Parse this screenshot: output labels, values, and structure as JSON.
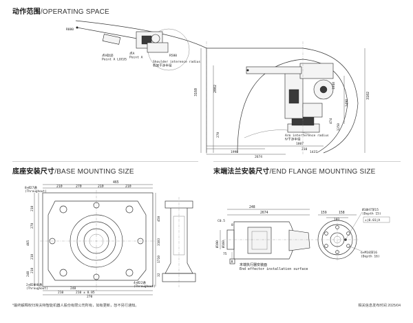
{
  "sections": {
    "operating": {
      "zh": "动作范围",
      "en": "OPERATING SPACE"
    },
    "base": {
      "zh": "底座安装尺寸",
      "en": "BASE MOUNTING SIZE"
    },
    "flange": {
      "zh": "末端法兰安装尺寸",
      "en": "END FLANGE MOUNTING SIZE"
    }
  },
  "operating": {
    "point_a_label": "点A\nPoint A",
    "point_a_track_label": "点A轨迹\nPoint A LOCUS",
    "shoulder_label": "Shoulder interence radius\n机架干涉半径",
    "arm_label": "Arm interference radius\nⅣ干涉半径",
    "dims": {
      "r580": "R580",
      "r880": "R880",
      "d2002": "2002",
      "d3160": "3160",
      "d3102": "3102",
      "d1498": "1498",
      "d1048": "1048",
      "d1250": "1250",
      "d474": "474",
      "d1998": "1998",
      "d2674": "2674",
      "d1807": "1807",
      "d1437": "1437",
      "d270": "270",
      "d238": "238"
    }
  },
  "base": {
    "dims": {
      "top_210": "210",
      "top_270": "270",
      "top_210b": "210",
      "top_210c": "210",
      "top_465": "465",
      "bot_248": "248",
      "bot_210": "210",
      "bot_270": "270",
      "bot_210_005": "210 ± 0.05",
      "left_210": "210",
      "left_270": "270",
      "left_465": "465",
      "left_210b": "210",
      "left_210c": "210",
      "left_248": "248",
      "right_450": "450",
      "right_3103": "3103",
      "right_1710": "1710",
      "right_32": "32"
    },
    "hole_top": "8×Ø27通\n(Throughout)",
    "hole_bl": "2×Ø20H8通\n(Throughout)",
    "hole_br": "4×Ø22通\n(Throughout)"
  },
  "flange": {
    "dims": {
      "d248": "248",
      "d2674": "2674",
      "d159": "159",
      "d158": "158",
      "d103": "103",
      "d190": "Ø190",
      "d160": "Ø160",
      "c05": "C0.5",
      "h8": "8",
      "h75": "75"
    },
    "hole1": "Ø10H7深15\n(Depth 15)",
    "tol": "⊥|0.01|A",
    "hole2": "6×M10深16\n(Depth 16)",
    "datum_a": "A",
    "surface_label": "末端执行器安装面\nEnd effector installation surface"
  },
  "footer": {
    "left": "*最终解释权归埃夫特智能机器人股份有限公司所有，如有更新，恕不另行通知。",
    "right": "相关信息发布时间 2025/04"
  }
}
